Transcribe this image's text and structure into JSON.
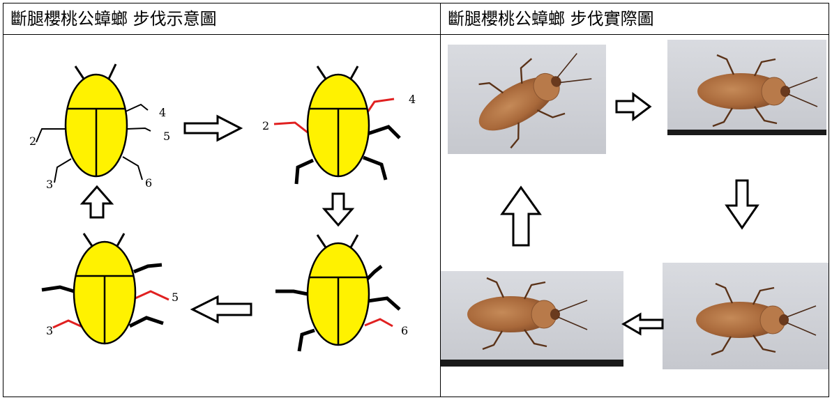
{
  "left_panel": {
    "title": "斷腿櫻桃公蟑螂 步伐示意圖",
    "stage1_labels": [
      "2",
      "3",
      "4",
      "5",
      "6"
    ],
    "stage2_labels": [
      "2",
      "4"
    ],
    "stage3_labels": [
      "6"
    ],
    "stage4_labels": [
      "3",
      "5"
    ]
  },
  "right_panel": {
    "title": "斷腿櫻桃公蟑螂 步伐實際圖"
  },
  "colors": {
    "beetle_body": "#FFF200",
    "highlight_leg": "#E02020",
    "outline": "#000000"
  }
}
